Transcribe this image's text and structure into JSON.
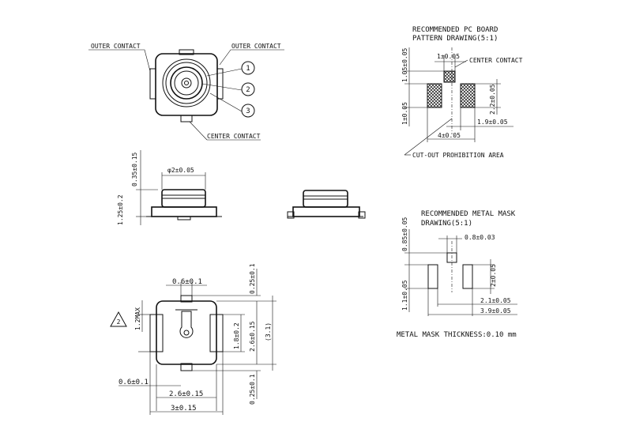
{
  "top_view": {
    "outer_contact_left": "OUTER CONTACT",
    "outer_contact_right": "OUTER CONTACT",
    "center_contact": "CENTER CONTACT",
    "callouts": [
      "1",
      "2",
      "3"
    ]
  },
  "pc_board": {
    "title_line1": "RECOMMENDED PC BOARD",
    "title_line2": "PATTERN DRAWING(5:1)",
    "dim_top_width": "1±0.05",
    "center_contact": "CENTER CONTACT",
    "dim_vert_top": "1.05±0.05",
    "dim_vert_left": "1±0.05",
    "dim_vert_right": "2.2±0.05",
    "dim_bottom_right": "1.9±0.05",
    "dim_bottom": "4±0.05",
    "cutout": "CUT-OUT PROHIBITION AREA"
  },
  "side_view": {
    "dim_height_top": "0.35±0.15",
    "dim_diameter": "φ2±0.05",
    "dim_height": "1.25±0.2"
  },
  "metal_mask": {
    "title_line1": "RECOMMENDED METAL MASK",
    "title_line2": "DRAWING(5:1)",
    "dim_vert_top": "0.85±0.05",
    "dim_top_width": "0.8±0.03",
    "dim_vert_right": "2±0.05",
    "dim_vert_left": "1.1±0.05",
    "dim_w1": "2.1±0.05",
    "dim_w2": "3.9±0.05",
    "thickness": "METAL MASK THICKNESS:0.10 mm"
  },
  "bottom_view": {
    "dim_top_tab": "0.6±0.1",
    "dim_vert_top": "0.25±0.1",
    "dim_max": "1.2MAX",
    "tri_label": "2",
    "dim_center": "1.8±0.2",
    "dim_26": "2.6±0.15",
    "dim_3ref": "(3.1)",
    "dim_bottom_tab": "0.6±0.1",
    "dim_vert_bottom": "0.25±0.1",
    "dim_w_26": "2.6±0.15",
    "dim_w_3": "3±0.15"
  }
}
